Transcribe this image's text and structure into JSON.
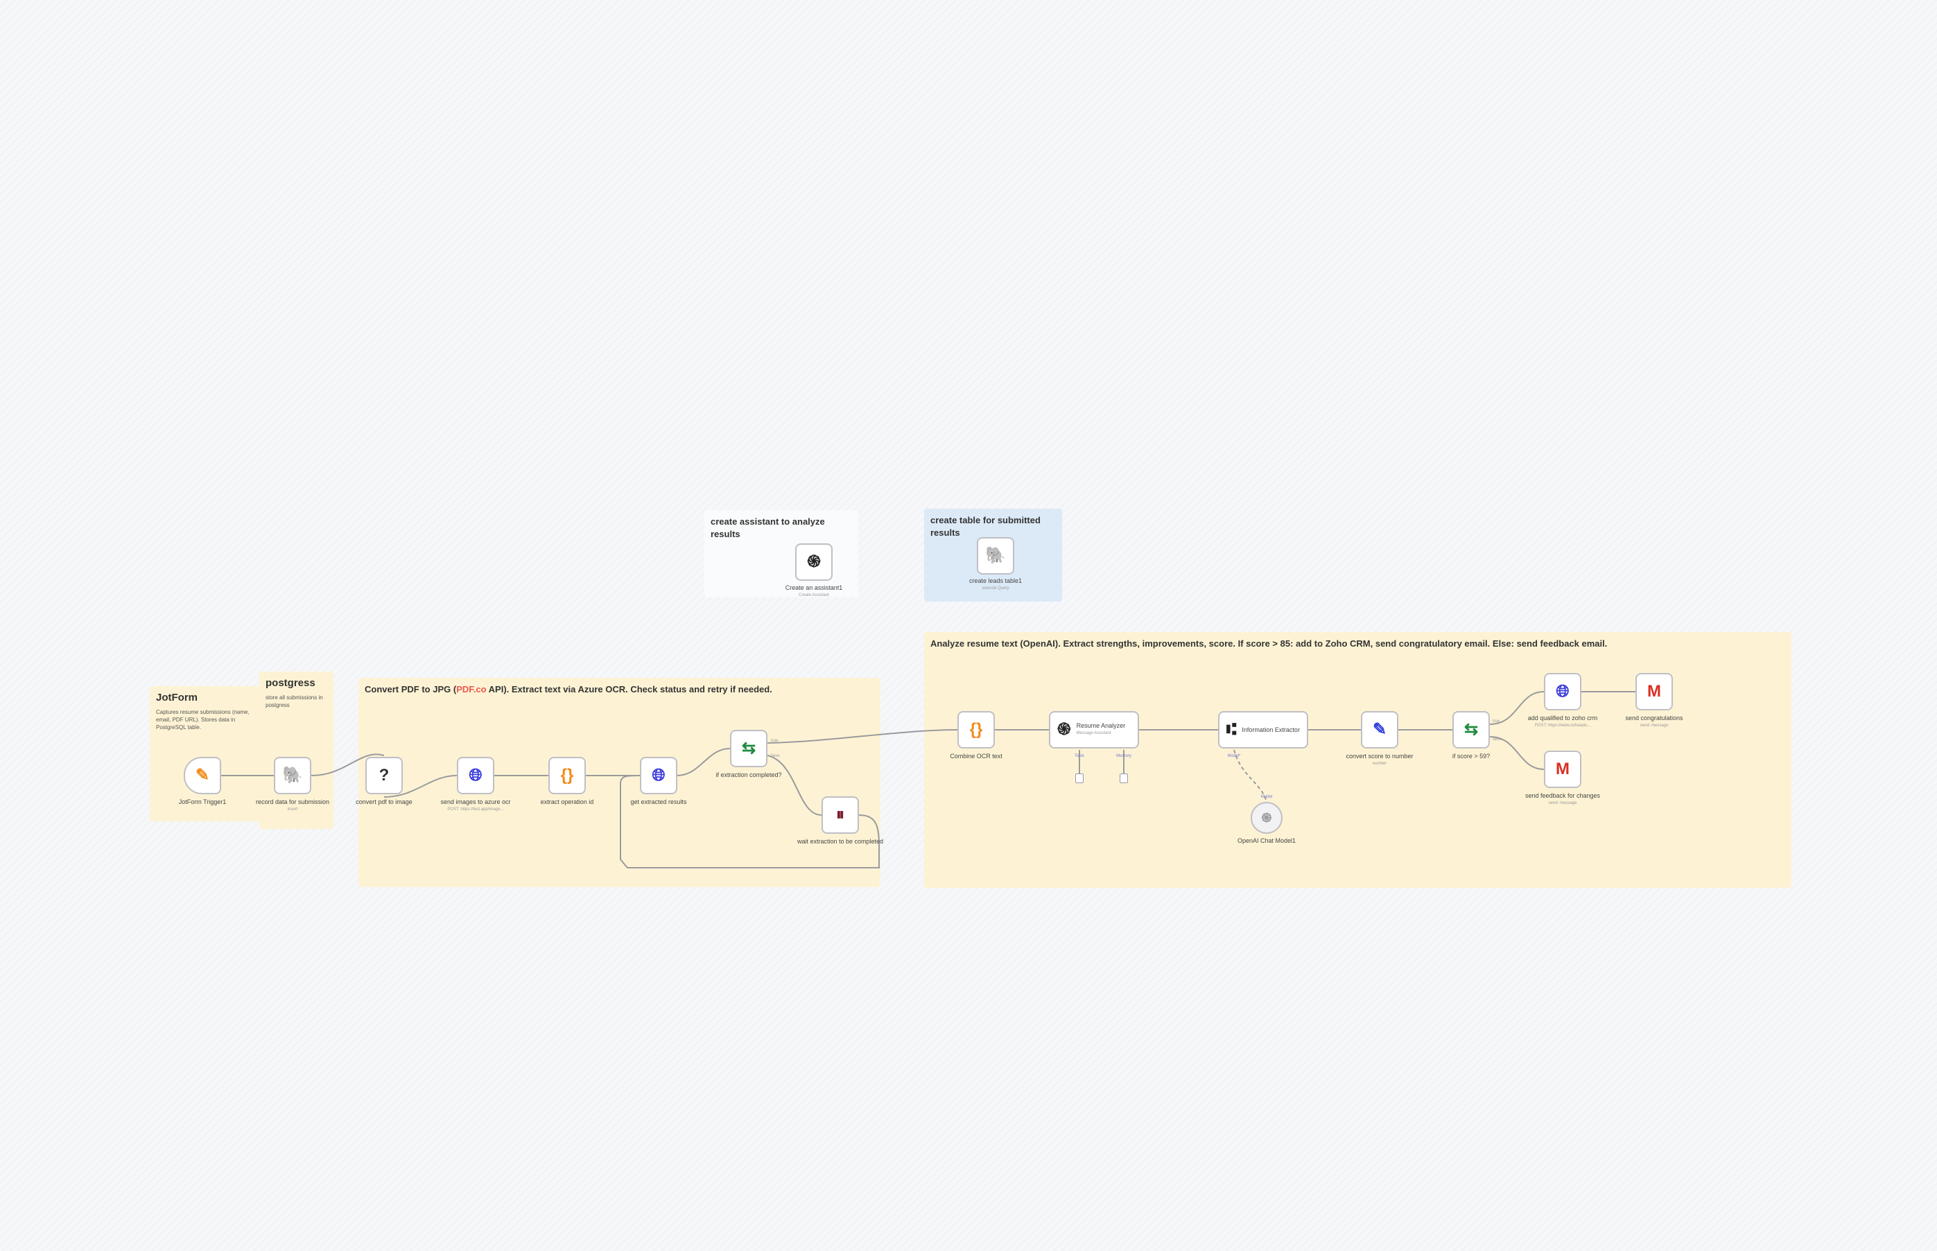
{
  "stickies": {
    "jotform": {
      "title": "JotForm",
      "body": "Captures resume submissions (name, email, PDF URL). Stores data in PostgreSQL table."
    },
    "postgres": {
      "title": "postgress",
      "body": "store all submissions in postgress"
    },
    "convert": {
      "title_pre": "Convert PDF to JPG (",
      "title_hl": "PDF.co",
      "title_post": " API). Extract text via Azure OCR. Check status and retry if needed."
    },
    "assistant": {
      "title": "create assistant to analyze results"
    },
    "table": {
      "title": "create table for submitted results"
    },
    "analyze": {
      "title": "Analyze resume text (OpenAI). Extract strengths, improvements, score. If score > 85: add to Zoho CRM, send congratulatory email. Else: send feedback email."
    }
  },
  "nodes": {
    "jotform_trigger": {
      "label": "JotForm Trigger1",
      "icon": "jotform-pencil-icon"
    },
    "record_data": {
      "label": "record data for submission",
      "sub": "insert",
      "icon": "postgres-elephant-icon"
    },
    "convert_pdf": {
      "label": "convert pdf to image",
      "icon": "question-mark-icon"
    },
    "send_images": {
      "label": "send images to azure ocr",
      "sub": "POST: https://test.app/image...",
      "icon": "globe-icon"
    },
    "extract_op": {
      "label": "extract operation id",
      "icon": "code-braces-icon"
    },
    "get_results": {
      "label": "get extracted results",
      "icon": "globe-icon"
    },
    "if_extraction": {
      "label": "if extraction completed?",
      "true": "true",
      "false": "false",
      "icon": "if-signpost-icon"
    },
    "wait": {
      "label": "wait extraction to be completed",
      "icon": "pause-icon"
    },
    "create_assistant": {
      "label": "Create an assistant1",
      "sub": "Create Assistant",
      "icon": "openai-icon"
    },
    "create_table": {
      "label": "create leads table1",
      "sub": "execute Query",
      "icon": "postgres-elephant-icon"
    },
    "combine_ocr": {
      "label": "Combine OCR text",
      "icon": "code-braces-icon"
    },
    "resume_analyzer": {
      "label": "Resume Analyzer",
      "sub": "Message Assistant",
      "tools": "Tools",
      "memory": "Memory",
      "icon": "openai-icon"
    },
    "info_extractor": {
      "label": "Information Extractor",
      "model": "Model*",
      "icon": "extractor-icon"
    },
    "chat_model": {
      "label": "OpenAI Chat Model1",
      "model": "Model",
      "icon": "openai-icon"
    },
    "convert_score": {
      "label": "convert score to number",
      "sub": "number",
      "icon": "pencil-icon"
    },
    "if_score": {
      "label": "if score > 59?",
      "true": "true",
      "false": "false",
      "icon": "if-signpost-icon"
    },
    "add_zoho": {
      "label": "add qualified to zoho crm",
      "sub": "POST: https://www.zohoapis...",
      "icon": "globe-icon"
    },
    "send_congrats": {
      "label": "send congratulations",
      "sub": "send: message",
      "icon": "gmail-icon"
    },
    "send_feedback": {
      "label": "send feedback for changes",
      "sub": "send: message",
      "icon": "gmail-icon"
    }
  },
  "colors": {
    "sticky": "#fdf3d4",
    "sticky_blue": "#dce9f7",
    "globe": "#3b3bdc",
    "braces": "#f28c1a",
    "if": "#1e8a3e",
    "wait": "#7a1c2e",
    "pencil": "#3040e0"
  }
}
